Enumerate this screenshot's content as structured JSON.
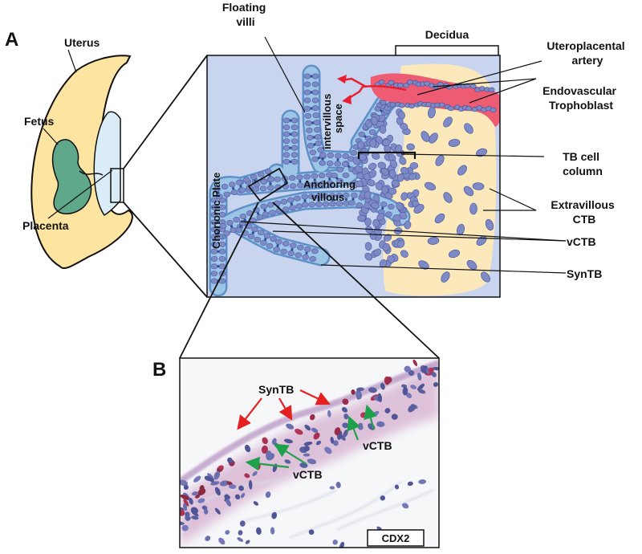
{
  "panels": {
    "a": "A",
    "b": "B"
  },
  "overview_labels": {
    "uterus": "Uterus",
    "fetus": "Fetus",
    "placenta": "Placenta"
  },
  "detail_labels": {
    "floating_villi_1": "Floating",
    "floating_villi_2": "villi",
    "decidua": "Decidua",
    "uteroplacental_1": "Uteroplacental",
    "uteroplacental_2": "artery",
    "endovascular_1": "Endovascular",
    "endovascular_2": "Trophoblast",
    "intervillous_1": "intervillous",
    "intervillous_2": "space",
    "tb_column_1": "TB cell",
    "tb_column_2": "column",
    "chorionic_plate": "Chorionic Plate",
    "anchoring_1": "Anchoring",
    "anchoring_2": "villous",
    "extravillous_1": "Extravillous",
    "extravillous_2": "CTB",
    "vctb": "vCTB",
    "syntb": "SynTB"
  },
  "micrograph_labels": {
    "syntb": "SynTB",
    "vctb_left": "vCTB",
    "vctb_right": "vCTB",
    "stain": "CDX2"
  },
  "colors": {
    "uterus": "#fde4a0",
    "fetus": "#5fa889",
    "placenta": "#d9ecf7",
    "intervillous": "#c9d5ee",
    "decidua": "#fbe9bc",
    "villus": "#9cc5e6",
    "cell": "#7d8ac6",
    "nucleus": "#2b4e96",
    "artery": "#ee5c74",
    "syntb_arrow": "#e42020",
    "vctb_arrow": "#1fa04a"
  }
}
